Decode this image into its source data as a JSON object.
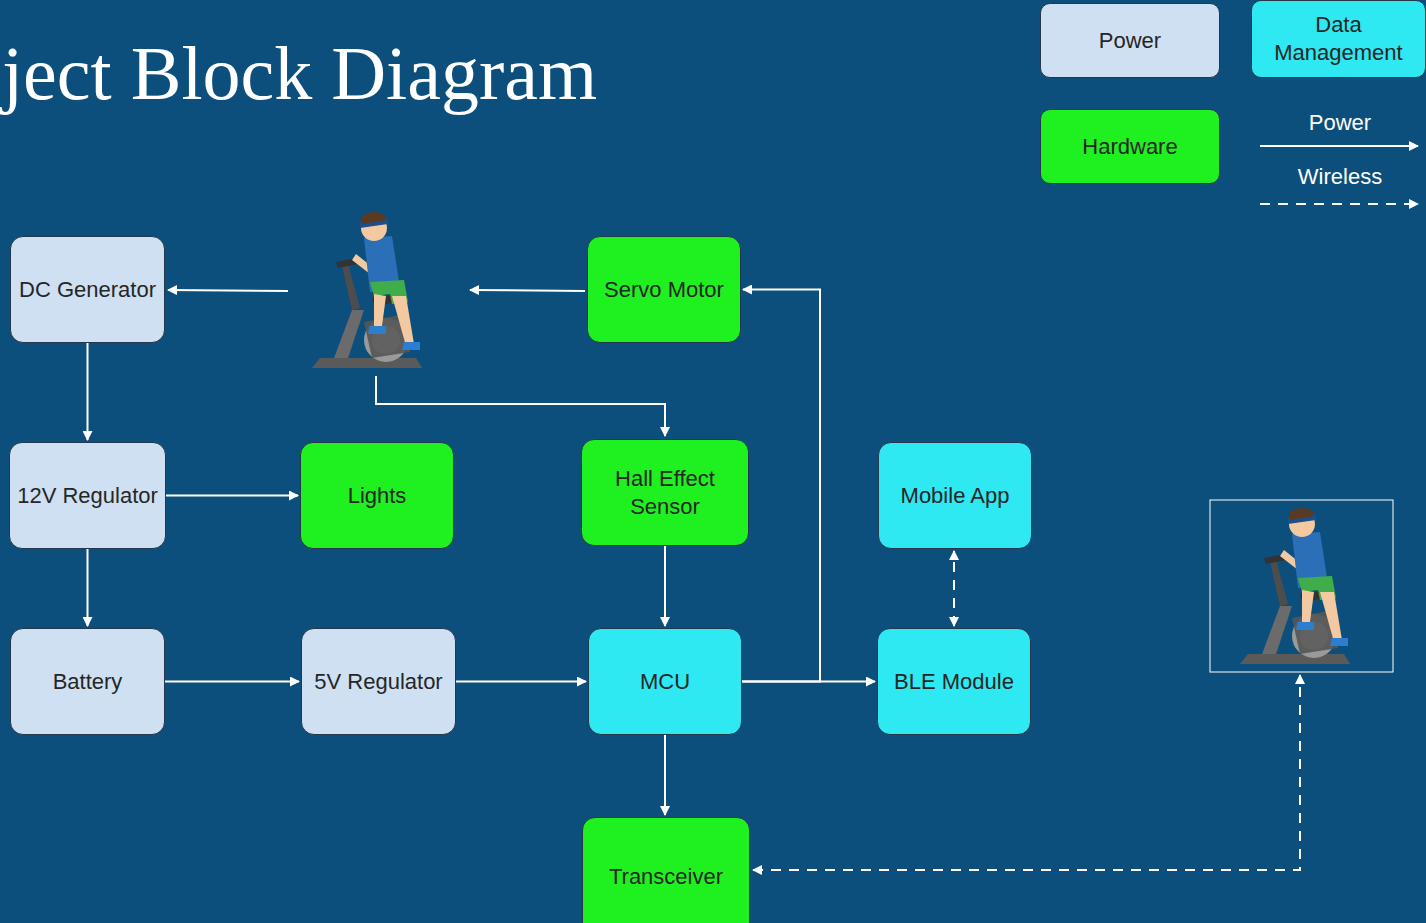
{
  "diagram": {
    "title": "ject Block Diagram",
    "nodes": [
      {
        "text": [
          "DC Generator"
        ]
      },
      {
        "text": [
          "Servo Motor"
        ]
      },
      {
        "text": [
          "12V Regulator"
        ]
      },
      {
        "text": [
          "Lights"
        ]
      },
      {
        "text": [
          "Hall Effect Sensor"
        ]
      },
      {
        "text": [
          "Mobile App"
        ]
      },
      {
        "text": [
          "Battery"
        ]
      },
      {
        "text": [
          "5V Regulator"
        ]
      },
      {
        "text": [
          "MCU"
        ]
      },
      {
        "text": [
          "BLE Module"
        ]
      },
      {
        "text": [
          "Transceiver"
        ]
      }
    ],
    "edges": [
      {
        "from": 0,
        "to": 2,
        "arrow": "to"
      },
      {
        "from": 2,
        "to": 3,
        "arrow": "to"
      },
      {
        "from": 2,
        "to": 6,
        "arrow": "to"
      },
      {
        "from": 6,
        "to": 7,
        "arrow": "to"
      },
      {
        "from": 7,
        "to": 8,
        "arrow": "to"
      },
      {
        "from": 4,
        "to": 8,
        "arrow": "to"
      },
      {
        "from": 8,
        "to": 9,
        "arrow": "to"
      },
      {
        "from": 8,
        "to": 1,
        "arrow": "to"
      },
      {
        "from": 9,
        "to": 5,
        "arrow": "both"
      },
      {
        "from": 8,
        "to": 10,
        "arrow": "to"
      }
    ],
    "legend": [
      {
        "text": "Power",
        "color": "#cfe0f3"
      },
      {
        "text": "Data Management",
        "color": "#2ee8f2"
      },
      {
        "text": "Hardware",
        "color": "#1ff01f"
      },
      {
        "text": "Power"
      },
      {
        "text": "Wireless"
      }
    ]
  }
}
